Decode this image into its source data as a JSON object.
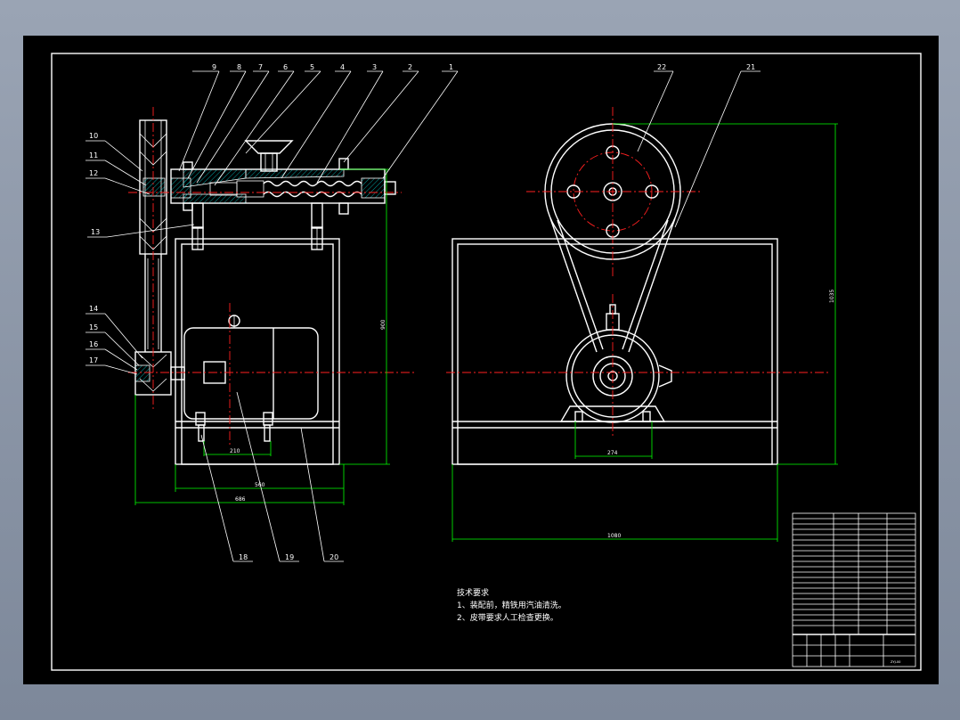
{
  "part_balloons": [
    "9",
    "8",
    "7",
    "6",
    "5",
    "4",
    "3",
    "2",
    "1",
    "10",
    "11",
    "12",
    "13",
    "14",
    "15",
    "16",
    "17",
    "18",
    "19",
    "20",
    "22",
    "21"
  ],
  "dimensions": {
    "d_210": "210",
    "d_560": "560",
    "d_686": "686",
    "d_900": "900",
    "d_274": "274",
    "d_1080": "1080",
    "d_1035": "1035"
  },
  "notes": {
    "title": "技术要求",
    "line1": "1、装配前，精铁用汽油清洗。",
    "line2": "2、皮带要求人工检查更换。"
  },
  "title_block": {
    "drawing_no": "ZYJ-00"
  }
}
